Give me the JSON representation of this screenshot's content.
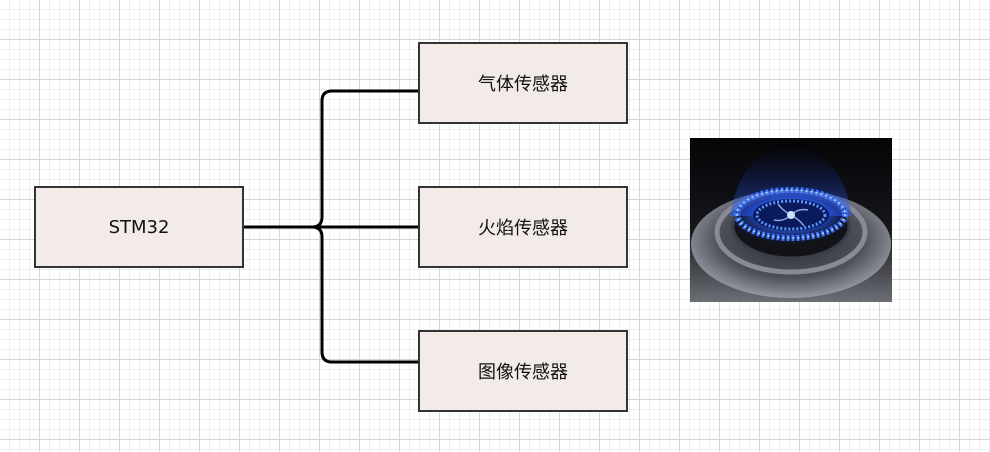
{
  "diagram": {
    "root": {
      "label": "STM32"
    },
    "children": [
      {
        "id": "gas",
        "label": "气体传感器"
      },
      {
        "id": "fire",
        "label": "火焰传感器"
      },
      {
        "id": "img",
        "label": "图像传感器"
      }
    ],
    "connector": {
      "style": "curly-brace",
      "color": "#000000"
    }
  },
  "image": {
    "subject": "gas stove burner with blue flame"
  },
  "colors": {
    "node_fill": "#f3ebe8",
    "node_border": "#333333",
    "flame_blue": "#2a5cff",
    "background_grid": "#d6d6d6"
  }
}
